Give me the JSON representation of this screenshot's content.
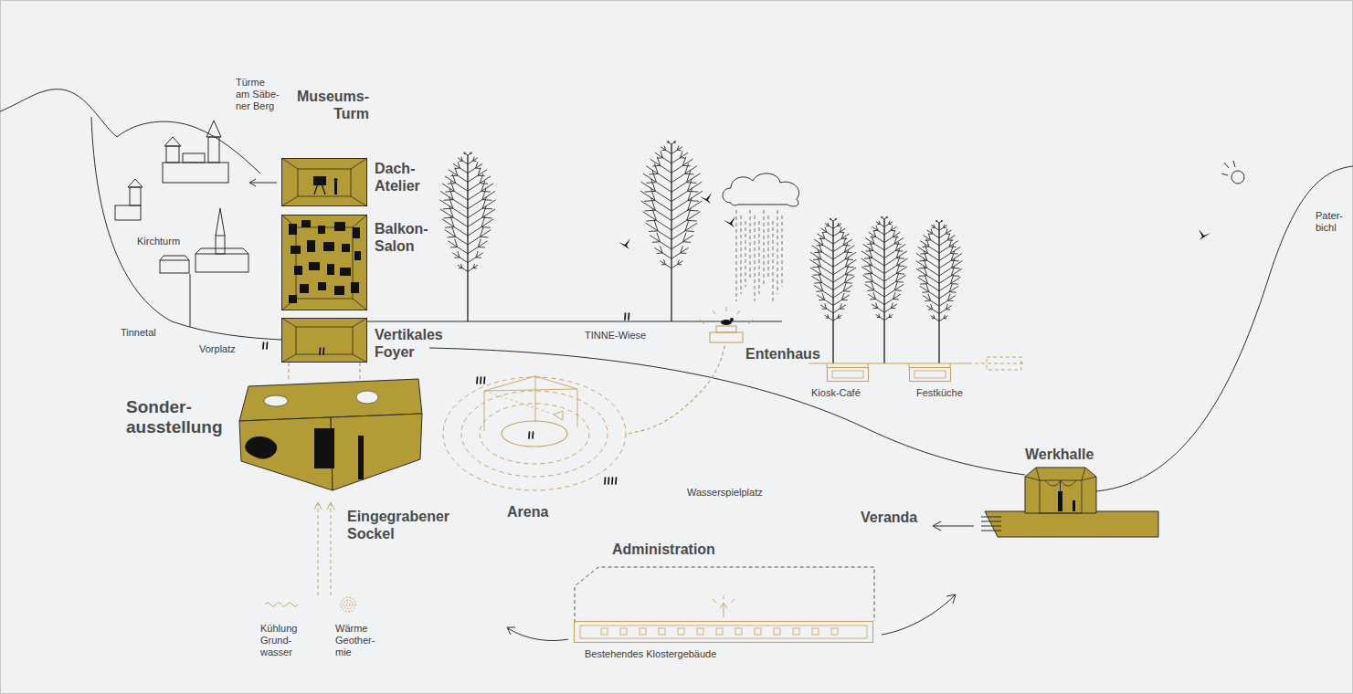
{
  "diagram": {
    "nodes": [
      {
        "text": [
          "Dach- Atelier"
        ]
      },
      {
        "text": [
          "Balkon- Salon"
        ]
      },
      {
        "text": [
          "Vertikales Foyer"
        ]
      },
      {
        "text": [
          "Sonder- ausstellung",
          "Eingegrabener Sockel"
        ]
      },
      {
        "text": [
          "Entenhaus"
        ]
      },
      {
        "text": [
          "Arena"
        ]
      },
      {
        "text": [
          "Kiosk-Café"
        ]
      },
      {
        "text": [
          "Festküche"
        ]
      },
      {
        "text": [
          "Werkhalle"
        ]
      },
      {
        "text": [
          "Administration"
        ]
      },
      {
        "text": [
          "Bestehendes Klostergebäude"
        ],
        "in": 9
      }
    ],
    "edges": [
      {
        "from": 2,
        "to": 3,
        "arrow": "none"
      },
      {
        "from": 5,
        "to": 4,
        "arrow": "none"
      }
    ],
    "labels": [
      "Türme am Säbe- ner Berg",
      "Museums- Turm",
      "Kirchturm",
      "Tinnetal",
      "Vorplatz",
      "TINNE-Wiese",
      "Wasserspielplatz",
      "Veranda",
      "Pater- bichl",
      "Kühlung Grund- wasser",
      "Wärme Geother- mie"
    ]
  }
}
